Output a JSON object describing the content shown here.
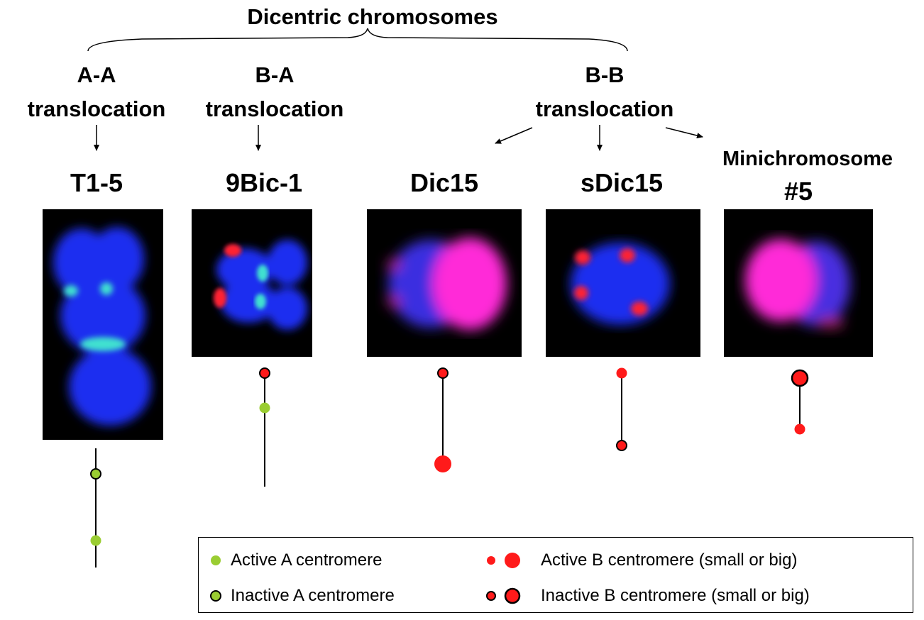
{
  "title": "Dicentric chromosomes",
  "translocation_types": [
    {
      "line1": "A-A",
      "line2": "translocation"
    },
    {
      "line1": "B-A",
      "line2": "translocation"
    },
    {
      "line1": "B-B",
      "line2": "translocation"
    }
  ],
  "chromosomes": [
    {
      "name": "T1-5"
    },
    {
      "name": "9Bic-1"
    },
    {
      "name": "Dic15"
    },
    {
      "name": "sDic15"
    },
    {
      "name_line1": "Minichromosome",
      "name_line2": "#5"
    }
  ],
  "legend": {
    "active_a": "Active A centromere",
    "inactive_a": "Inactive A centromere",
    "active_b": "Active B centromere (small or big)",
    "inactive_b": "Inactive B centromere (small or big)"
  },
  "colors": {
    "a_centromere": "#9acd32",
    "b_centromere": "#ff1a1a",
    "dapi_blue": "#1f2ff0",
    "fish_cyan": "#3fe0d0",
    "fish_red": "#ff2030",
    "fish_magenta": "#ff2ad8"
  }
}
